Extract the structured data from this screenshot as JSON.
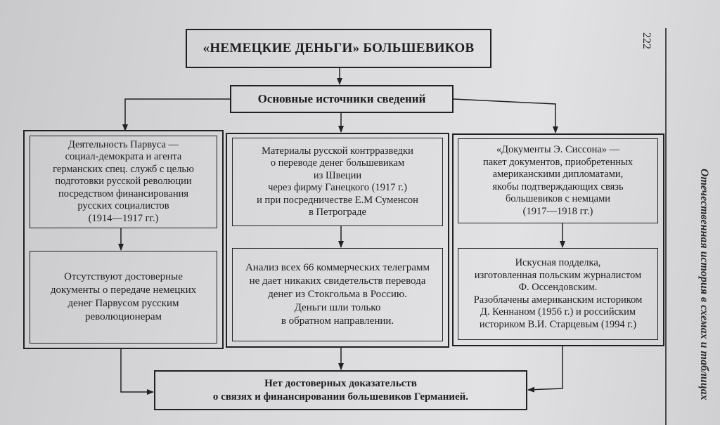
{
  "title": "«НЕМЕЦКИЕ ДЕНЬГИ» БОЛЬШЕВИКОВ",
  "subtitle": "Основные источники сведений",
  "columns": [
    {
      "source": "Деятельность Парвуса —\nсоциал-демократа и агента\nгерманских спец. служб с целью\nподготовки русской революции\nпосредством финансирования\nрусских социалистов\n(1914—1917 гг.)",
      "conclusion": "Отсутствуют достоверные\nдокументы о передаче немецких\nденег Парвусом русским\nреволюционерам"
    },
    {
      "source": "Материалы русской контрразведки\nо переводе денег большевикам\nиз Швеции\nчерез фирму Ганецкого (1917 г.)\nи при посредничестве Е.М Суменсон\nв Петрограде",
      "conclusion": "Анализ всех 66 коммерческих телеграмм\nне дает никаких свидетельств перевода\nденег из Стокгольма в Россию.\nДеньги шли только\nв обратном направлении."
    },
    {
      "source": "«Документы Э. Сиссона» —\nпакет документов, приобретенных\nамериканскими дипломатами,\nякобы подтверждающих связь\nбольшевиков с немцами\n(1917—1918 гг.)",
      "conclusion": "Искусная подделка,\nизготовленная польским журналистом\nФ. Оссендовским.\nРазоблачены американским историком\nД. Кеннаном (1956 г.) и российским\nисториком В.И. Старцевым (1994 г.)"
    }
  ],
  "conclusion": "Нет достоверных доказательств\nо связях и финансировании большевиков Германией.",
  "page_number": "222",
  "side_title": "Отечественная история в схемах и таблицах"
}
